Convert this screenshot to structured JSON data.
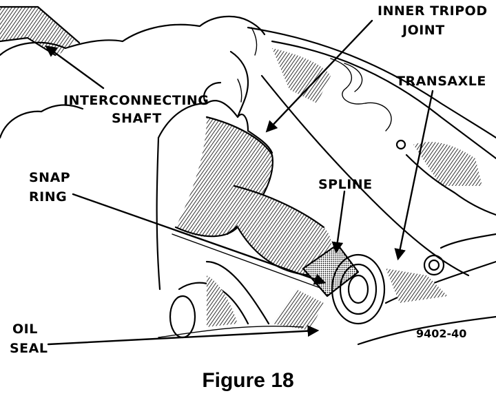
{
  "figure": {
    "caption": "Figure 18",
    "code": "9402-40"
  },
  "labels": {
    "inner_tripod_joint": [
      "INNER TRIPOD",
      "JOINT"
    ],
    "transaxle": "TRANSAXLE",
    "interconnecting_shaft": [
      "INTERCONNECTING",
      "SHAFT"
    ],
    "snap_ring": [
      "SNAP",
      "RING"
    ],
    "spline": "SPLINE",
    "oil_seal": [
      "OIL",
      "SEAL"
    ]
  }
}
